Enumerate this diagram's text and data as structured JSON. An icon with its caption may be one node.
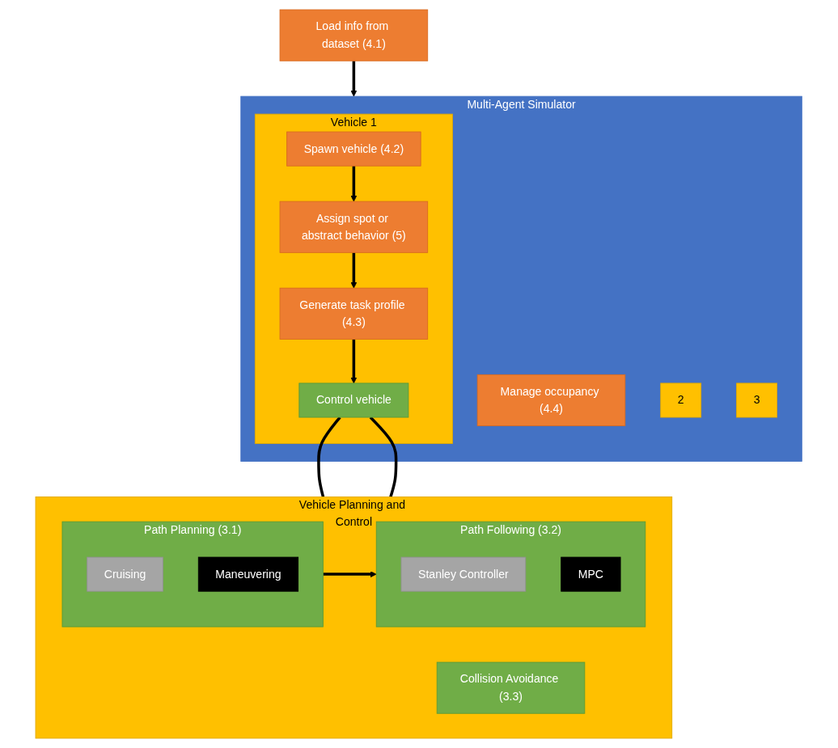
{
  "diagram": {
    "nodes": [
      {
        "text": [
          "Load info from dataset (4.1)"
        ]
      },
      {
        "text": [
          "Multi-Agent Simulator"
        ]
      },
      {
        "text": [
          "Manage occupancy (4.4)"
        ],
        "in": 1
      },
      {
        "text": [
          "Vehicle 1"
        ],
        "in": 1
      },
      {
        "text": [
          "2"
        ],
        "in": 1
      },
      {
        "text": [
          "3"
        ],
        "in": 1
      },
      {
        "text": [
          "Spawn vehicle (4.2)"
        ],
        "in": 3
      },
      {
        "text": [
          "Assign spot or abstract behavior (5)"
        ],
        "in": 3
      },
      {
        "text": [
          "Generate task profile (4.3)"
        ],
        "in": 3
      },
      {
        "text": [
          "Control vehicle"
        ],
        "in": 3
      },
      {
        "text": [
          "Vehicle Planning and Control"
        ]
      },
      {
        "text": [
          "Path Planning (3.1)"
        ],
        "in": 10
      },
      {
        "text": [
          "Cruising"
        ],
        "in": 11
      },
      {
        "text": [
          "Maneuvering"
        ],
        "in": 11
      },
      {
        "text": [
          "Path Following (3.2)"
        ],
        "in": 10
      },
      {
        "text": [
          "Stanley Controller"
        ],
        "in": 14
      },
      {
        "text": [
          "MPC"
        ],
        "in": 14
      },
      {
        "text": [
          "Collision Avoidance (3.3)"
        ],
        "in": 10
      }
    ],
    "edges": [
      {
        "from": 0,
        "to": 1,
        "arrow": "to"
      },
      {
        "from": 6,
        "to": 7,
        "arrow": "to"
      },
      {
        "from": 7,
        "to": 8,
        "arrow": "to"
      },
      {
        "from": 8,
        "to": 9,
        "arrow": "to"
      },
      {
        "from": 9,
        "to": 10,
        "arrow": "none"
      },
      {
        "from": 9,
        "to": 10,
        "arrow": "none"
      },
      {
        "from": 11,
        "to": 14,
        "arrow": "to"
      }
    ]
  }
}
